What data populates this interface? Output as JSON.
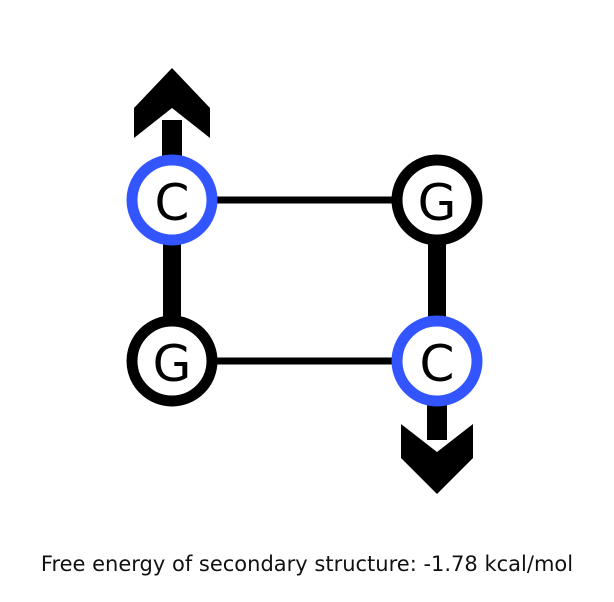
{
  "bases": [
    {
      "letter": "C",
      "highlighted": true
    },
    {
      "letter": "G",
      "highlighted": false
    },
    {
      "letter": "G",
      "highlighted": false
    },
    {
      "letter": "C",
      "highlighted": true
    }
  ],
  "colors": {
    "highlight": "#3355ff",
    "default": "#000000",
    "background": "#ffffff"
  },
  "caption": {
    "text": "Free energy of secondary structure: -1.78 kcal/mol"
  }
}
